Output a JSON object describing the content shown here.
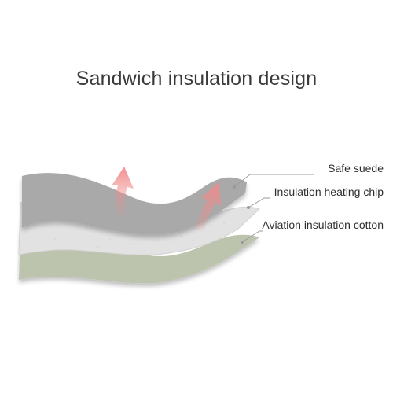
{
  "title": "Sandwich insulation design",
  "layers": [
    {
      "label": "Safe suede",
      "color": "#a9a9a9"
    },
    {
      "label": "Insulation heating chip",
      "color": "#e2e2e2"
    },
    {
      "label": "Aviation insulation cotton",
      "color": "#bcc4ae"
    }
  ],
  "arrow_color": "#f08a8a",
  "leader_color": "#9a9a9a"
}
